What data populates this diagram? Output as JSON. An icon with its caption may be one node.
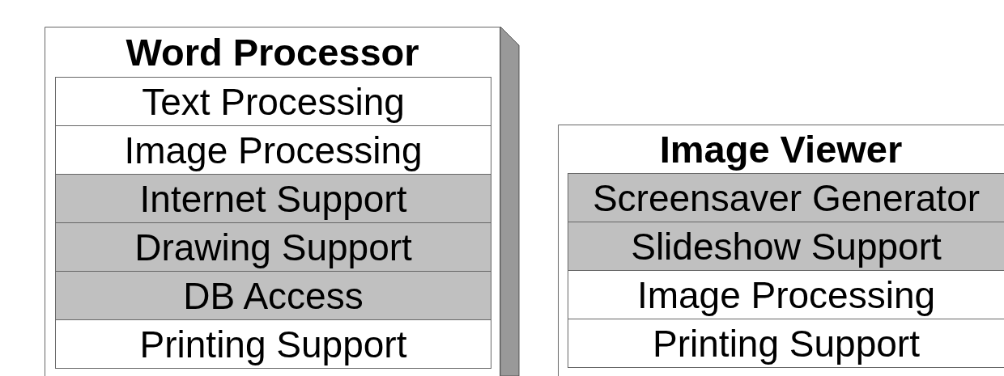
{
  "diagram": {
    "nodes": [
      {
        "text": [
          "Word Processor"
        ]
      },
      {
        "text": [
          "Text Processing"
        ],
        "in": 0
      },
      {
        "text": [
          "Image Processing"
        ],
        "in": 0
      },
      {
        "text": [
          "Internet Support"
        ],
        "in": 0
      },
      {
        "text": [
          "Drawing Support"
        ],
        "in": 0
      },
      {
        "text": [
          "DB Access"
        ],
        "in": 0
      },
      {
        "text": [
          "Printing Support"
        ],
        "in": 0
      },
      {
        "text": [
          "Image Viewer"
        ]
      },
      {
        "text": [
          "Screensaver Generator"
        ],
        "in": 7
      },
      {
        "text": [
          "Slideshow Support"
        ],
        "in": 7
      },
      {
        "text": [
          "Image Processing"
        ],
        "in": 7
      },
      {
        "text": [
          "Printing Support"
        ],
        "in": 7
      }
    ]
  }
}
